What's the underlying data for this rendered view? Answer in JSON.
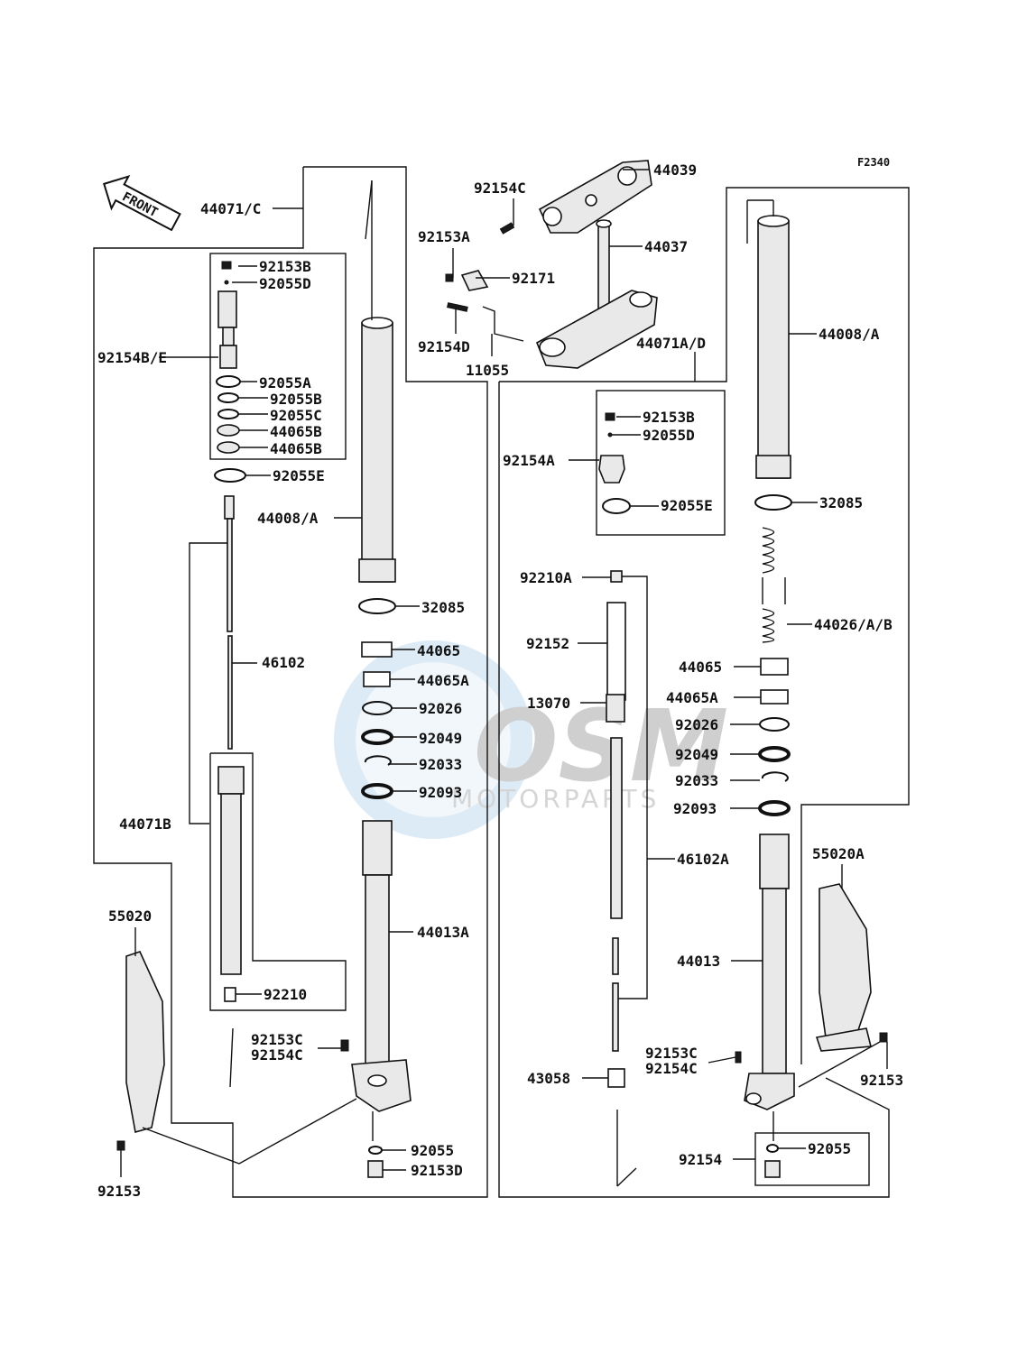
{
  "figure_code": "F2340",
  "front_label": "FRONT",
  "watermark": {
    "brand": "OSM",
    "sub": "MOTORPARTS"
  },
  "parts": {
    "p44071C": "44071/C",
    "p44039": "44039",
    "p92154C_top": "92154C",
    "p92153A": "92153A",
    "p44037": "44037",
    "p92171": "92171",
    "p92154D": "92154D",
    "p11055": "11055",
    "p44071AD": "44071A/D",
    "p44008A_right": "44008/A",
    "p92153B_left": "92153B",
    "p92055D_left": "92055D",
    "p92154BE": "92154B/E",
    "p92055A": "92055A",
    "p92055B": "92055B",
    "p92055C": "92055C",
    "p44065B_1": "44065B",
    "p44065B_2": "44065B",
    "p92055E_left": "92055E",
    "p44008A_left": "44008/A",
    "p32085_left": "32085",
    "p46102": "46102",
    "p44065_left": "44065",
    "p44065A_left": "44065A",
    "p92026_left": "92026",
    "p92049_left": "92049",
    "p92033_left": "92033",
    "p92093_left": "92093",
    "p44071B": "44071B",
    "p44013A": "44013A",
    "p55020": "55020",
    "p92210": "92210",
    "p92153C_left": "92153C",
    "p92154C_left": "92154C",
    "p92055_left": "92055",
    "p92153D": "92153D",
    "p92153_left": "92153",
    "p92153B_right": "92153B",
    "p92055D_right": "92055D",
    "p92154A": "92154A",
    "p92055E_right": "92055E",
    "p32085_right": "32085",
    "p44026AB": "44026/A/B",
    "p92210A": "92210A",
    "p92152": "92152",
    "p13070": "13070",
    "p44065_right": "44065",
    "p44065A_right": "44065A",
    "p92026_right": "92026",
    "p92049_right": "92049",
    "p92033_right": "92033",
    "p92093_right": "92093",
    "p46102A": "46102A",
    "p55020A": "55020A",
    "p44013": "44013",
    "p92153C_right": "92153C",
    "p92154C_right": "92154C",
    "p92153_right": "92153",
    "p43058": "43058",
    "p92154": "92154",
    "p92055_right": "92055"
  }
}
